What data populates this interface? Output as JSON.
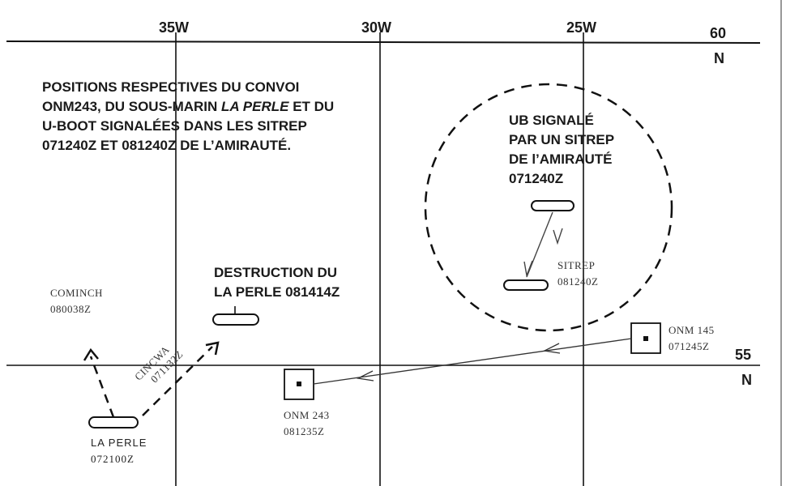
{
  "longitudes": [
    "35W",
    "30W",
    "25W"
  ],
  "latitudes": [
    {
      "deg": "60",
      "hemi": "N"
    },
    {
      "deg": "55",
      "hemi": "N"
    }
  ],
  "title_lines": [
    "POSITIONS RESPECTIVES DU CONVOI",
    "ONM243, DU SOUS-MARIN LA PERLE ET DU",
    "U-BOOT SIGNALÉES DANS LES SITREP",
    "071240Z ET 081240Z DE L’AMIRAUTÉ."
  ],
  "title_italic": "LA PERLE",
  "ub_label": [
    "UB SIGNALÉ",
    "PAR UN SITREP",
    "DE l’AMIRAUTÉ",
    "071240Z"
  ],
  "sitrep_label": [
    "SITREP",
    "081240Z"
  ],
  "destruction_label": [
    "DESTRUCTION DU",
    "LA PERLE 081414Z"
  ],
  "cominch_label": [
    "COMINCH",
    "080038Z"
  ],
  "cincwa_label": [
    "CINCWA",
    "071132Z"
  ],
  "laperle_label": [
    "LA PERLE",
    "072100Z"
  ],
  "onm243_label": [
    "ONM 243",
    "081235Z"
  ],
  "onm145_label": [
    "ONM 145",
    "071245Z"
  ],
  "colors": {
    "ink": "#1a1a1a",
    "background": "#ffffff"
  }
}
